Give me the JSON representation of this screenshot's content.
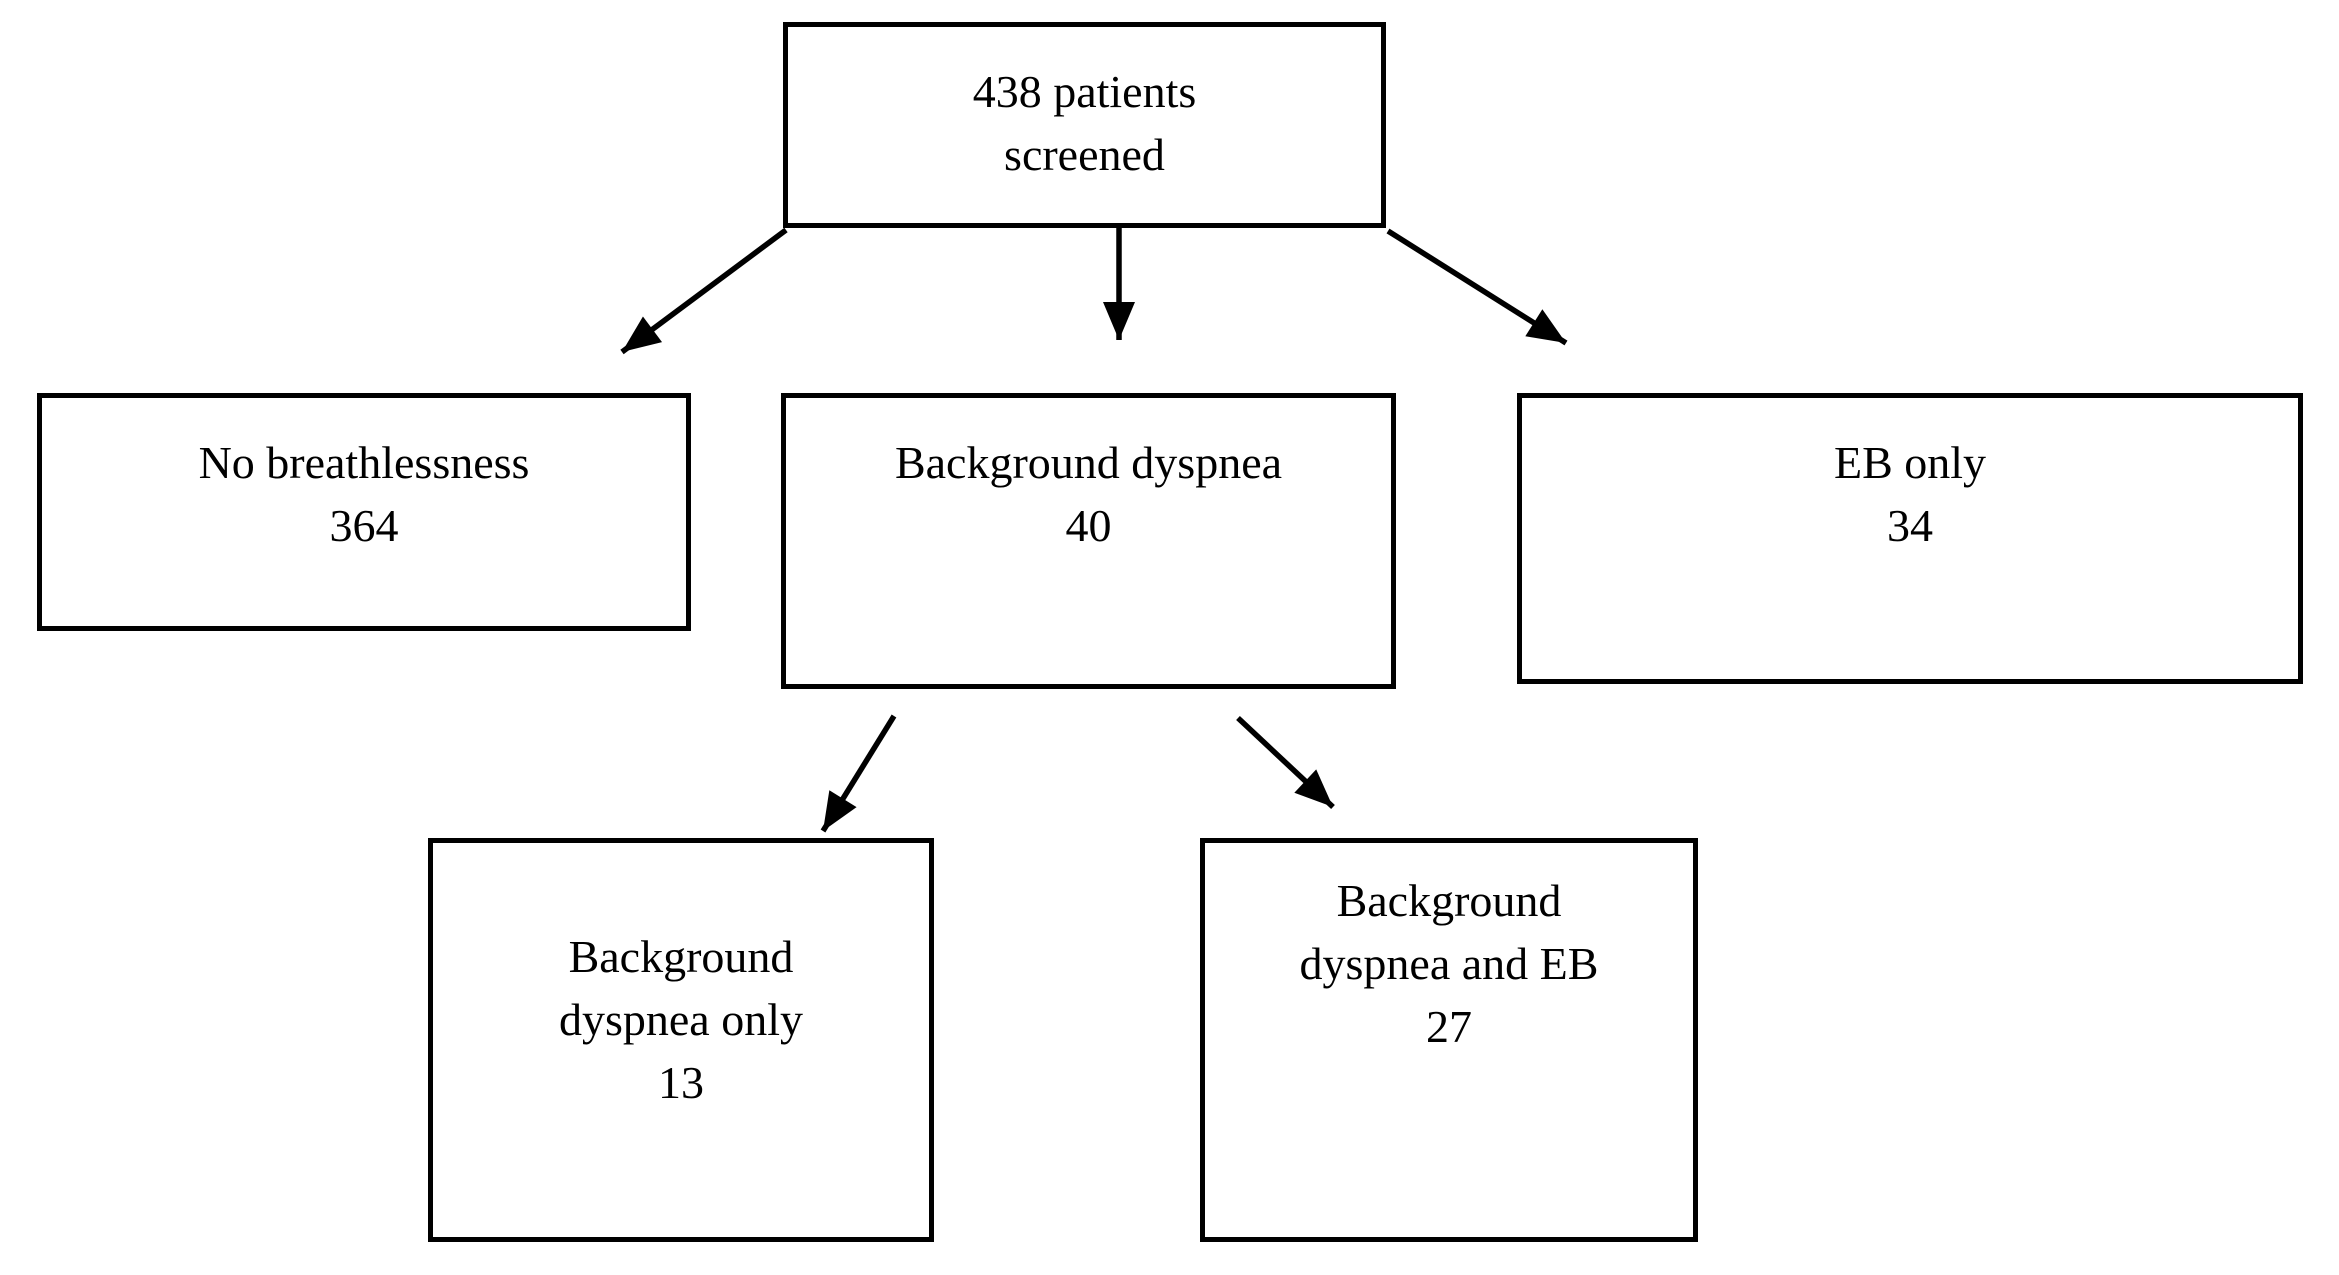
{
  "flowchart": {
    "background_color": "#ffffff",
    "line_color": "#000000",
    "text_color": "#000000",
    "nodes": {
      "screened": {
        "lines": [
          "438 patients",
          "screened"
        ],
        "value": 438
      },
      "no_breathlessness": {
        "lines": [
          "No breathlessness",
          "364"
        ],
        "value": 364
      },
      "background_dyspnea": {
        "lines": [
          "Background dyspnea",
          "40"
        ],
        "value": 40
      },
      "eb_only": {
        "lines": [
          "EB only",
          "34"
        ],
        "value": 34
      },
      "background_dyspnea_only": {
        "lines": [
          "Background",
          "dyspnea only",
          "13"
        ],
        "value": 13
      },
      "background_dyspnea_and_eb": {
        "lines": [
          "Background",
          "dyspnea and EB",
          "27"
        ],
        "value": 27
      }
    },
    "edges": [
      {
        "from": "screened",
        "to": "no_breathlessness"
      },
      {
        "from": "screened",
        "to": "background_dyspnea"
      },
      {
        "from": "screened",
        "to": "eb_only"
      },
      {
        "from": "background_dyspnea",
        "to": "background_dyspnea_only"
      },
      {
        "from": "background_dyspnea",
        "to": "background_dyspnea_and_eb"
      }
    ]
  }
}
